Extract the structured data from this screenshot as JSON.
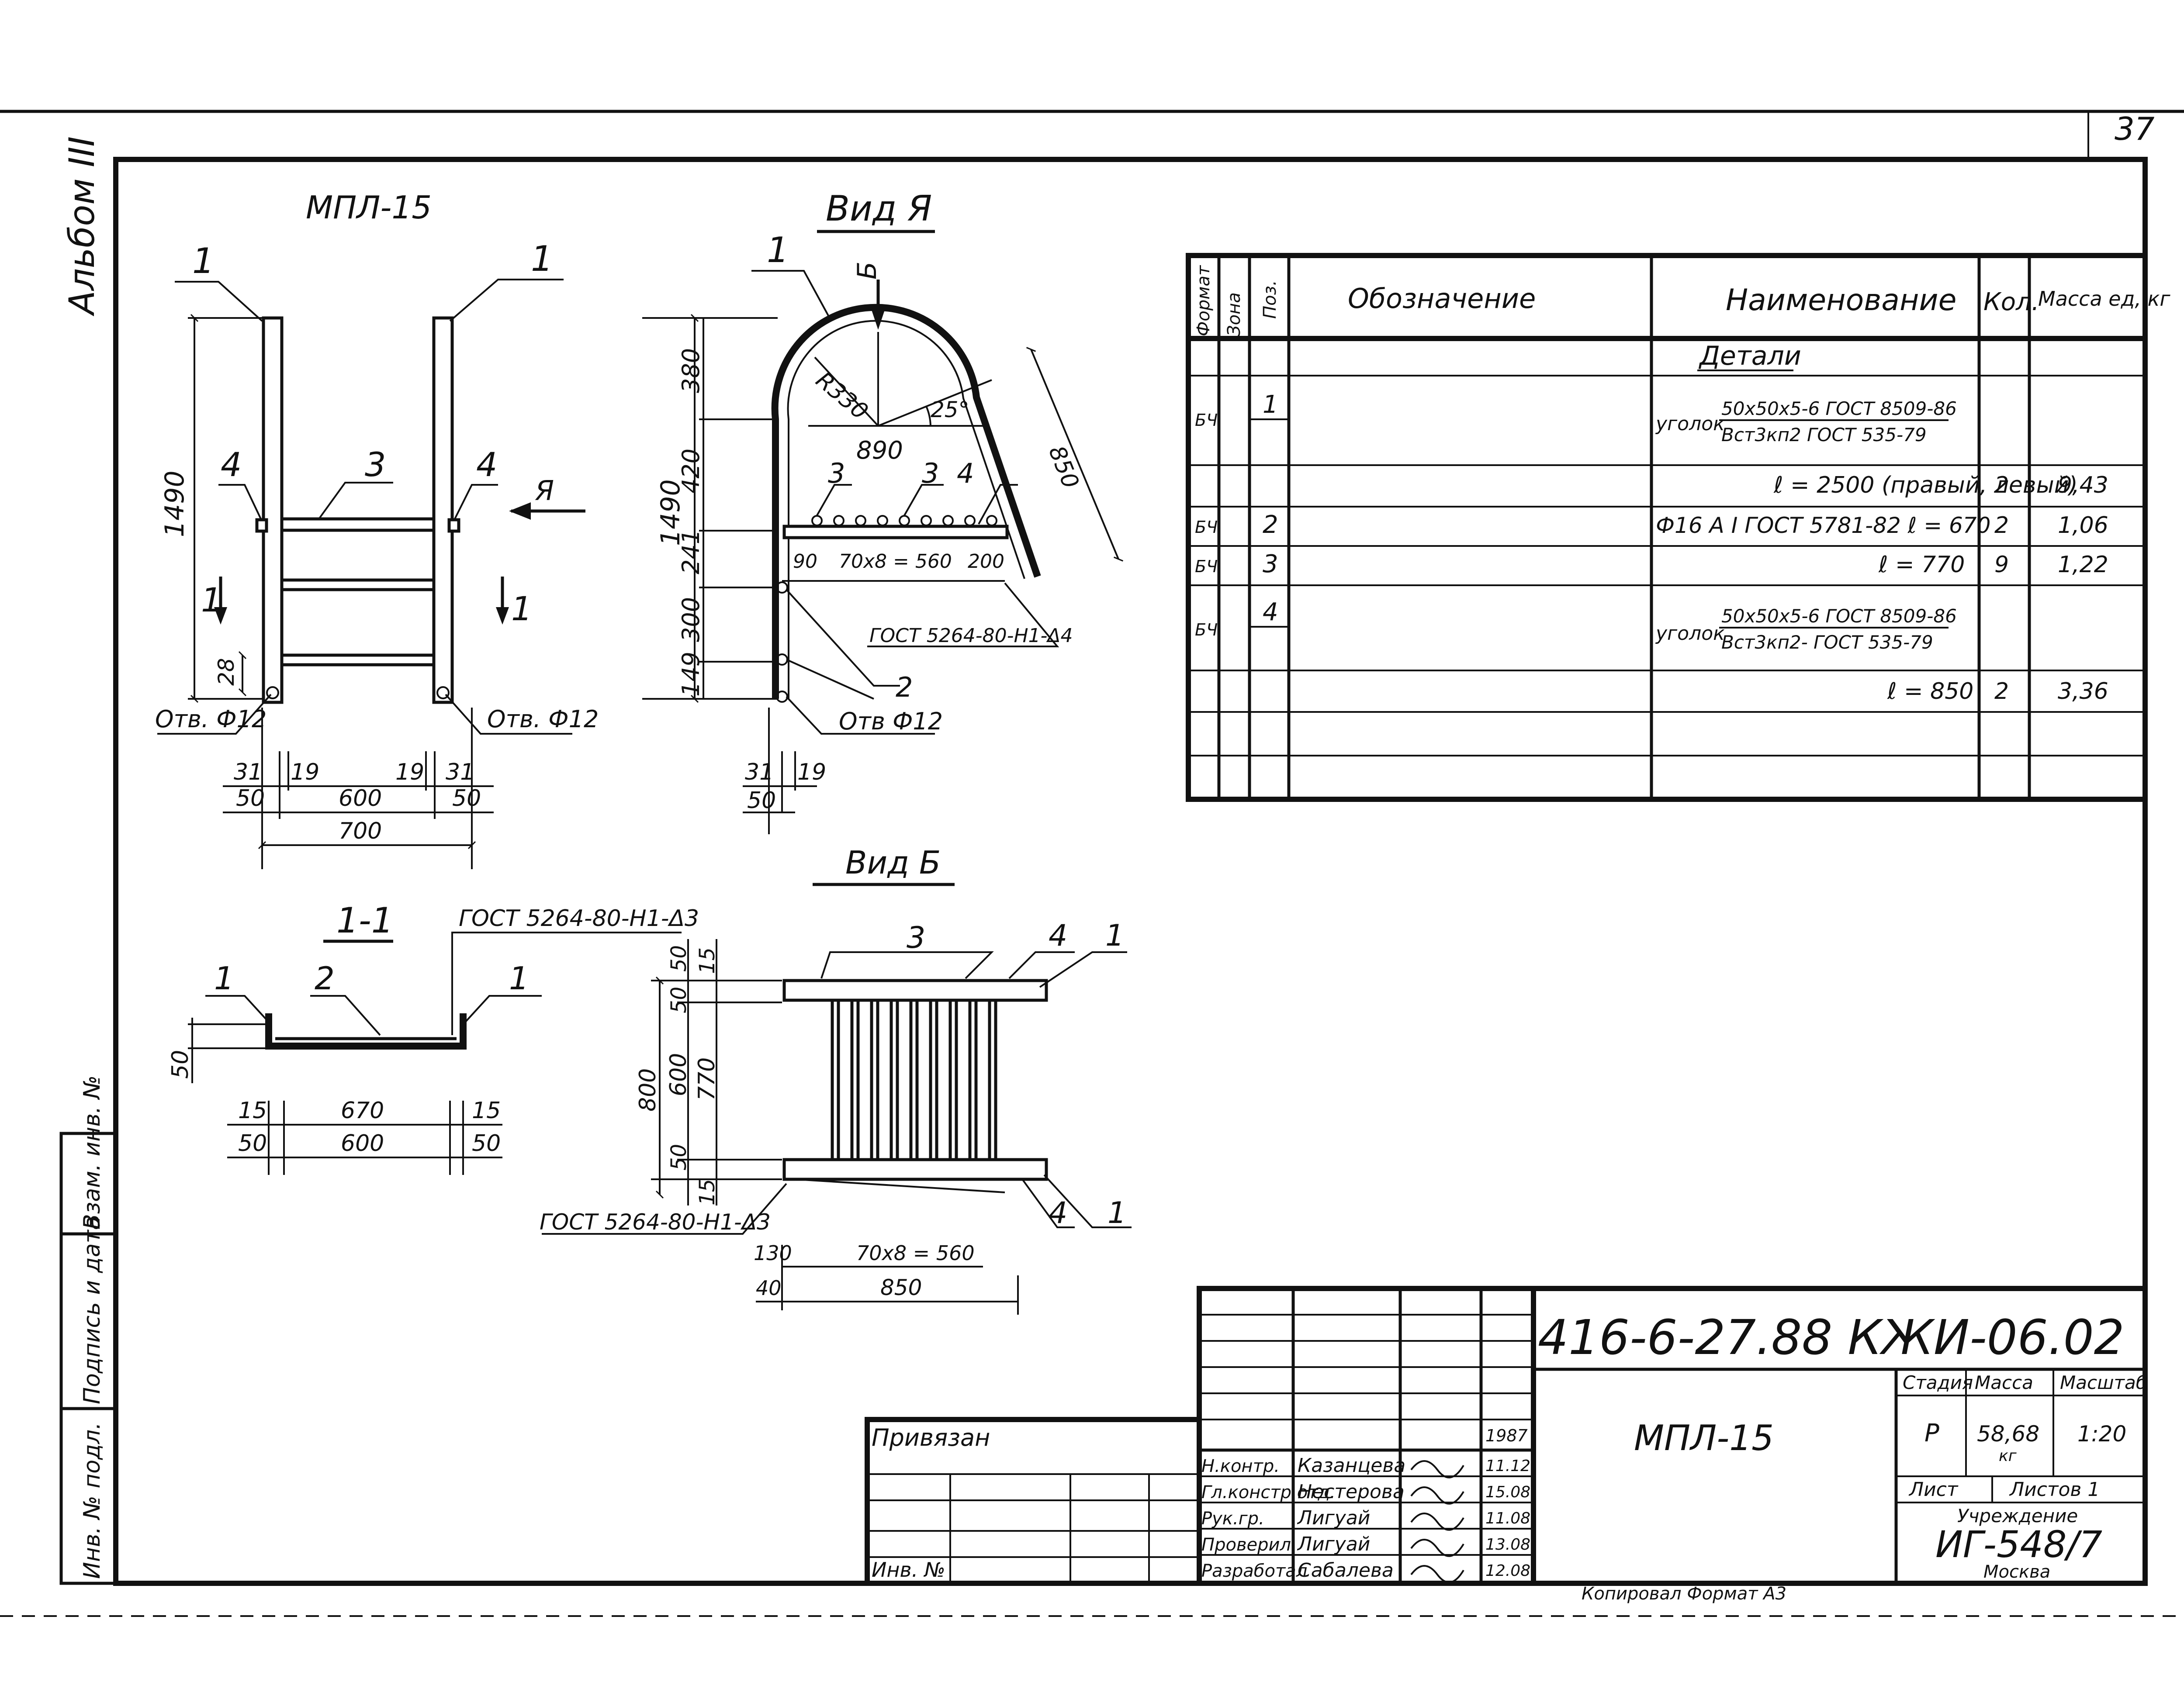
{
  "sheet": {
    "number": "37",
    "album": "Альбом III"
  },
  "left_strip": {
    "inv_no": "Инв. № подл.",
    "signature": "Подпись и дата",
    "replaces": "Взам. инв. №"
  },
  "front_view": {
    "title": "МПЛ-15",
    "labels": {
      "p1a": "1",
      "p1b": "1",
      "p3": "3",
      "p4a": "4",
      "p4b": "4",
      "view_a": "Я",
      "sec_l": "1",
      "sec_r": "1"
    },
    "dims": {
      "height": "1490",
      "d28": "28",
      "hole_l": "Отв. Ф12",
      "hole_r": "Отв. Ф12",
      "d31a": "31",
      "d19a": "19",
      "d19b": "19",
      "d31b": "31",
      "d50a": "50",
      "d600": "600",
      "d50b": "50",
      "d700": "700"
    }
  },
  "view_a": {
    "title": "Вид Я",
    "labels": {
      "p1": "1",
      "b": "Б",
      "p3a": "3",
      "p3b": "3",
      "p4": "4",
      "p2": "2"
    },
    "dims": {
      "h1490": "1490",
      "d380": "380",
      "d420": "420",
      "d241": "241",
      "d300": "300",
      "d149": "149",
      "r330": "R330",
      "a25": "25°",
      "d890": "890",
      "d850": "850",
      "d90": "90",
      "steps": "70х8 = 560",
      "d200": "200",
      "weld": "ГОСТ 5264-80-Н1-Δ4",
      "hole": "Отв Ф12",
      "d31": "31",
      "d19": "19",
      "d50": "50"
    }
  },
  "section_11": {
    "title": "1-1",
    "weld": "ГОСТ 5264-80-Н1-Δ3",
    "labels": {
      "p1a": "1",
      "p2": "2",
      "p1b": "1"
    },
    "dims": {
      "d50": "50",
      "d15a": "15",
      "d670": "670",
      "d15b": "15",
      "d50a": "50",
      "d600": "600",
      "d50b": "50"
    }
  },
  "view_b": {
    "title": "Вид Б",
    "labels": {
      "p3": "3",
      "p4a": "4",
      "p1a": "1",
      "p4b": "4",
      "p1b": "1"
    },
    "weld": "ГОСТ 5264-80-Н1-Δ3",
    "dims": {
      "d800": "800",
      "d50a": "50",
      "d600": "600",
      "d50b": "50",
      "d50c": "50",
      "d15a": "15",
      "d770": "770",
      "d15b": "15",
      "d130": "130",
      "steps": "70х8 = 560",
      "d40": "40",
      "d850": "850"
    }
  },
  "spec_table": {
    "headers": {
      "format": "Формат",
      "zone": "Зона",
      "pos": "Поз.",
      "designation": "Обозначение",
      "name": "Наименование",
      "qty": "Кол.",
      "mass": "Масса ед, кг"
    },
    "section": "Детали",
    "rows": [
      {
        "format": "БЧ",
        "pos": "1",
        "prefix": "уголок",
        "name_top": "50х50х5-6 ГОСТ 8509-86",
        "name_bot": "Вст3кп2 ГОСТ 535-79",
        "qty": "",
        "mass": ""
      },
      {
        "format": "",
        "pos": "",
        "name": "ℓ = 2500 (правый, левый)",
        "qty": "2",
        "mass": "9,43"
      },
      {
        "format": "БЧ",
        "pos": "2",
        "name": "Ф16 А I  ГОСТ 5781-82  ℓ = 670",
        "qty": "2",
        "mass": "1,06"
      },
      {
        "format": "БЧ",
        "pos": "3",
        "name": "ℓ = 770",
        "qty": "9",
        "mass": "1,22"
      },
      {
        "format": "БЧ",
        "pos": "4",
        "prefix": "уголок",
        "name_top": "50х50х5-6 ГОСТ 8509-86",
        "name_bot": "Вст3кп2- ГОСТ 535-79",
        "qty": "",
        "mass": ""
      },
      {
        "format": "",
        "pos": "",
        "name": "ℓ = 850",
        "qty": "2",
        "mass": "3,36"
      }
    ]
  },
  "title_block": {
    "doc_code": "416-6-27.88   КЖИ-06.02",
    "item": "МПЛ-15",
    "privyazan": "Привязан",
    "inv_no": "Инв. №",
    "stage_label": "Стадия",
    "mass_label": "Масса",
    "scale_label": "Масштаб",
    "stage": "Р",
    "mass": "58,68",
    "mass_unit": "кг",
    "scale": "1:20",
    "sheet_label": "Лист",
    "sheets_label": "Листов 1",
    "org_label": "Учреждение",
    "org": "ИГ-548/7",
    "city": "Москва",
    "year": "1987",
    "staff": [
      {
        "role": "Н.контр.",
        "name": "Казанцева",
        "date": "11.12"
      },
      {
        "role": "Гл.констр.отд.",
        "name": "Нестерова",
        "date": "15.08"
      },
      {
        "role": "Рук.гр.",
        "name": "Лигуай",
        "date": "11.08"
      },
      {
        "role": "Проверил",
        "name": "Лигуай",
        "date": "13.08"
      },
      {
        "role": "Разработал",
        "name": "Сабалева",
        "date": "12.08"
      }
    ]
  },
  "bottom_note": "Копировал   Формат А3"
}
